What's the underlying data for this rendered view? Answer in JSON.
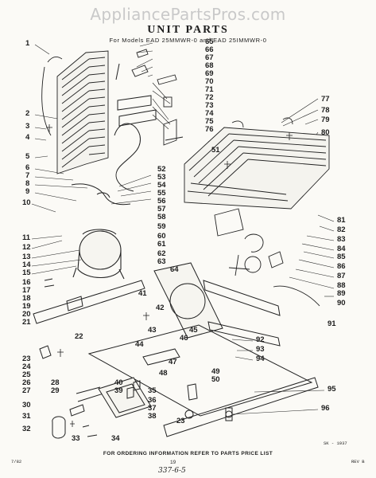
{
  "watermark": "AppliancePartsPros.com",
  "header": {
    "title": "UNIT PARTS",
    "subtitle": "For Models EAD 25MMWR-0 and EAD 25IMMWR-0"
  },
  "callouts": [
    "1",
    "2",
    "3",
    "4",
    "5",
    "6",
    "7",
    "8",
    "9",
    "10",
    "11",
    "12",
    "13",
    "14",
    "15",
    "16",
    "17",
    "18",
    "19",
    "20",
    "21",
    "22",
    "23",
    "24",
    "25",
    "26",
    "27",
    "28",
    "29",
    "30",
    "31",
    "32",
    "33",
    "34",
    "35",
    "36",
    "37",
    "38",
    "39",
    "40",
    "41",
    "42",
    "43",
    "44",
    "45",
    "46",
    "47",
    "48",
    "49",
    "50",
    "51",
    "52",
    "53",
    "54",
    "55",
    "56",
    "57",
    "58",
    "59",
    "60",
    "61",
    "62",
    "63",
    "64",
    "65",
    "66",
    "67",
    "68",
    "69",
    "70",
    "71",
    "72",
    "73",
    "74",
    "75",
    "76",
    "77",
    "78",
    "79",
    "80",
    "81",
    "82",
    "83",
    "84",
    "85",
    "86",
    "87",
    "88",
    "89",
    "90",
    "91",
    "92",
    "93",
    "94",
    "95",
    "96",
    "23"
  ],
  "figure_ref": "SK - 1937",
  "footer": {
    "notice": "FOR ORDERING INFORMATION REFER TO PARTS PRICE LIST",
    "left_code": "7/82",
    "page": "19",
    "revision": "REV B",
    "handwritten": "337-6-5"
  }
}
